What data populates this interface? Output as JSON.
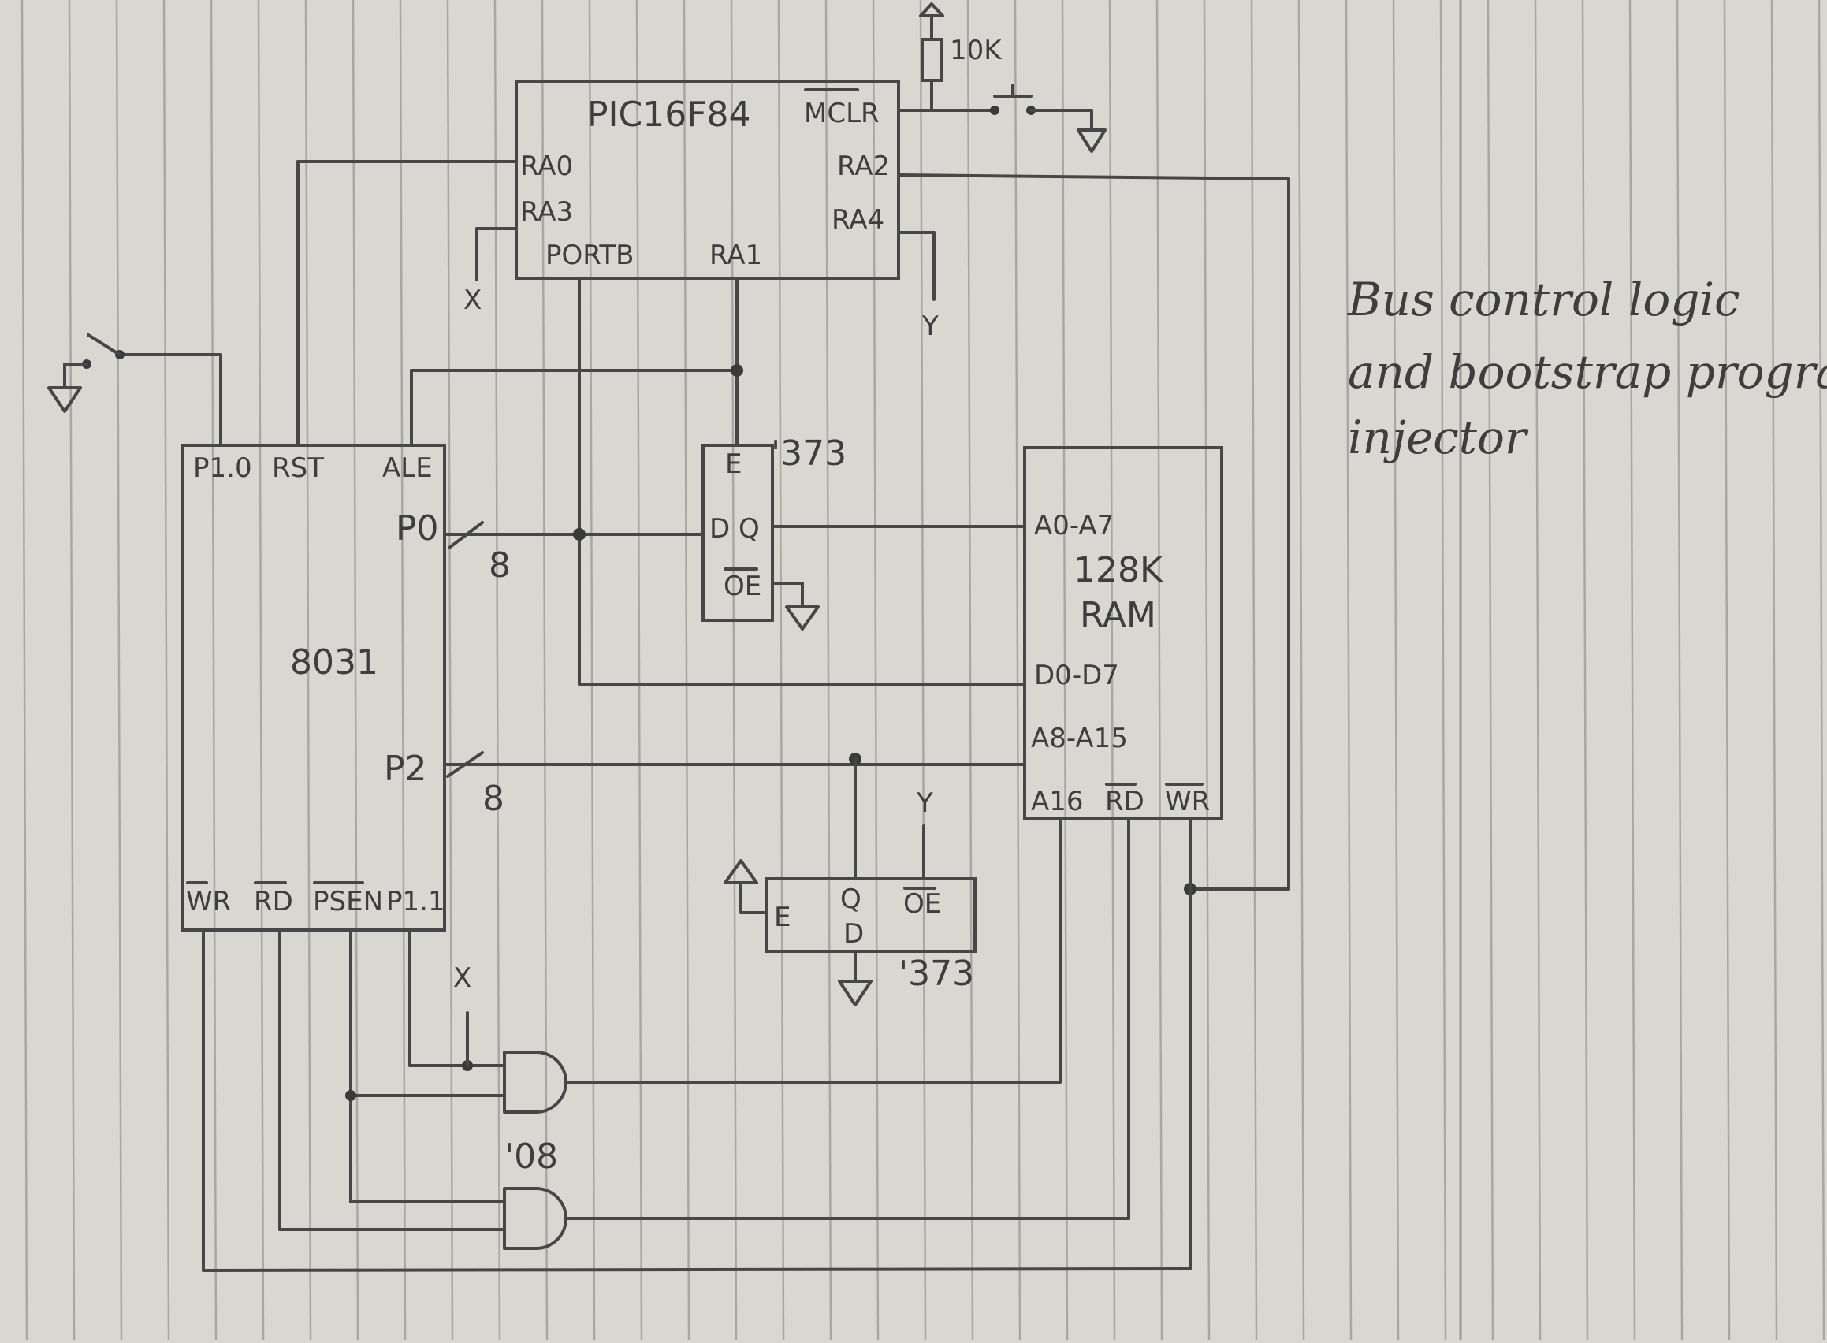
{
  "title": {
    "line1": "Bus control logic",
    "line2": "and bootstrap program",
    "line3": "injector"
  },
  "components": {
    "pic": {
      "name": "PIC16F84",
      "pins": {
        "mclr": "MCLR",
        "ra0": "RA0",
        "ra3": "RA3",
        "ra2": "RA2",
        "ra4": "RA4",
        "portb": "PORTB",
        "ra1": "RA1"
      }
    },
    "mcu": {
      "name": "8031",
      "pins": {
        "p10": "P1.0",
        "rst": "RST",
        "ale": "ALE",
        "p0": "P0",
        "p2": "P2",
        "wr": "WR",
        "rd": "RD",
        "psen": "PSEN",
        "p11": "P1.1"
      }
    },
    "ram": {
      "name_line1": "128K",
      "name_line2": "RAM",
      "pins": {
        "a0a7": "A0-A7",
        "d0d7": "D0-D7",
        "a8a15": "A8-A15",
        "a16": "A16",
        "rd": "RD",
        "wr": "WR"
      }
    },
    "latch1": {
      "part": "'373",
      "pins": {
        "e": "E",
        "dq": "D Q",
        "oe": "OE"
      }
    },
    "latch2": {
      "part": "'373",
      "pins": {
        "e": "E",
        "q": "Q",
        "oe": "OE",
        "d": "D"
      }
    },
    "gates": {
      "part": "'08"
    },
    "resistor": {
      "value": "10K"
    }
  },
  "nets": {
    "x": "X",
    "y": "Y",
    "bus_width": "8"
  }
}
